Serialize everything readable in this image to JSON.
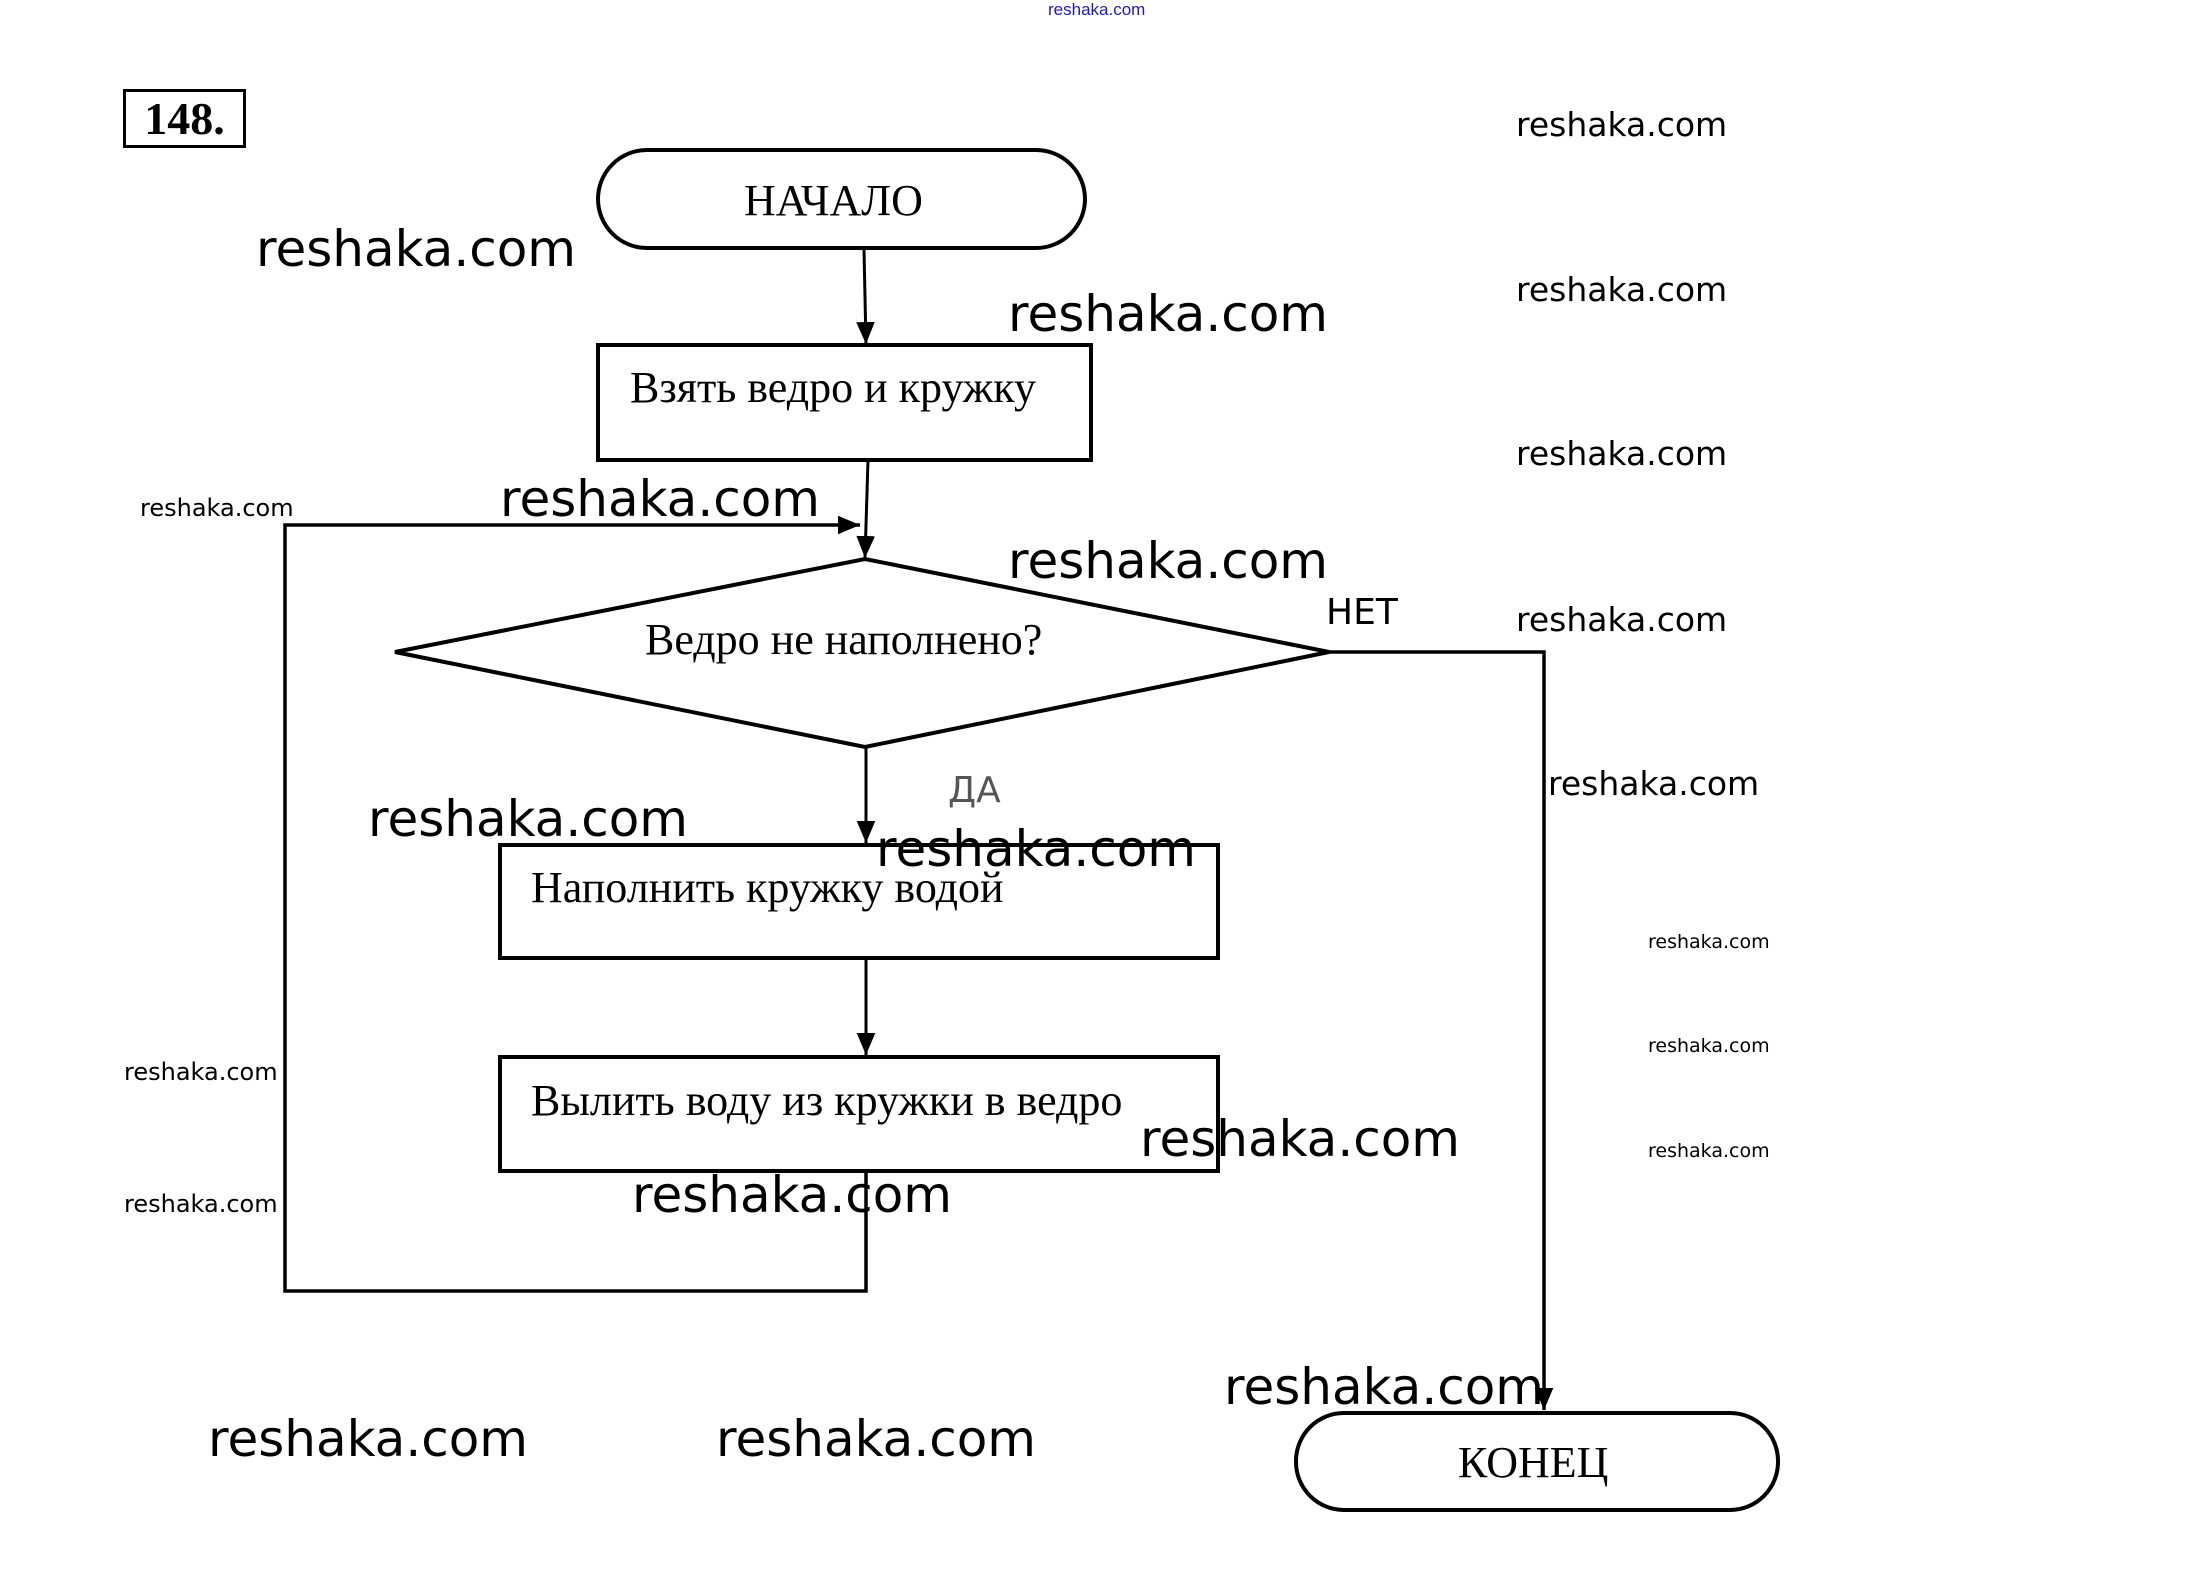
{
  "header": {
    "site_link": "reshaka.com",
    "problem_number": "148."
  },
  "flowchart": {
    "start": "НАЧАЛО",
    "step1": "Взять ведро и кружку",
    "condition": "Ведро не наполнено?",
    "yes_label": "ДА",
    "no_label": "НЕТ",
    "step2": "Наполнить кружку водой",
    "step3": "Вылить воду из кружки в ведро",
    "end": "КОНЕЦ"
  },
  "watermark": "reshaka.com"
}
